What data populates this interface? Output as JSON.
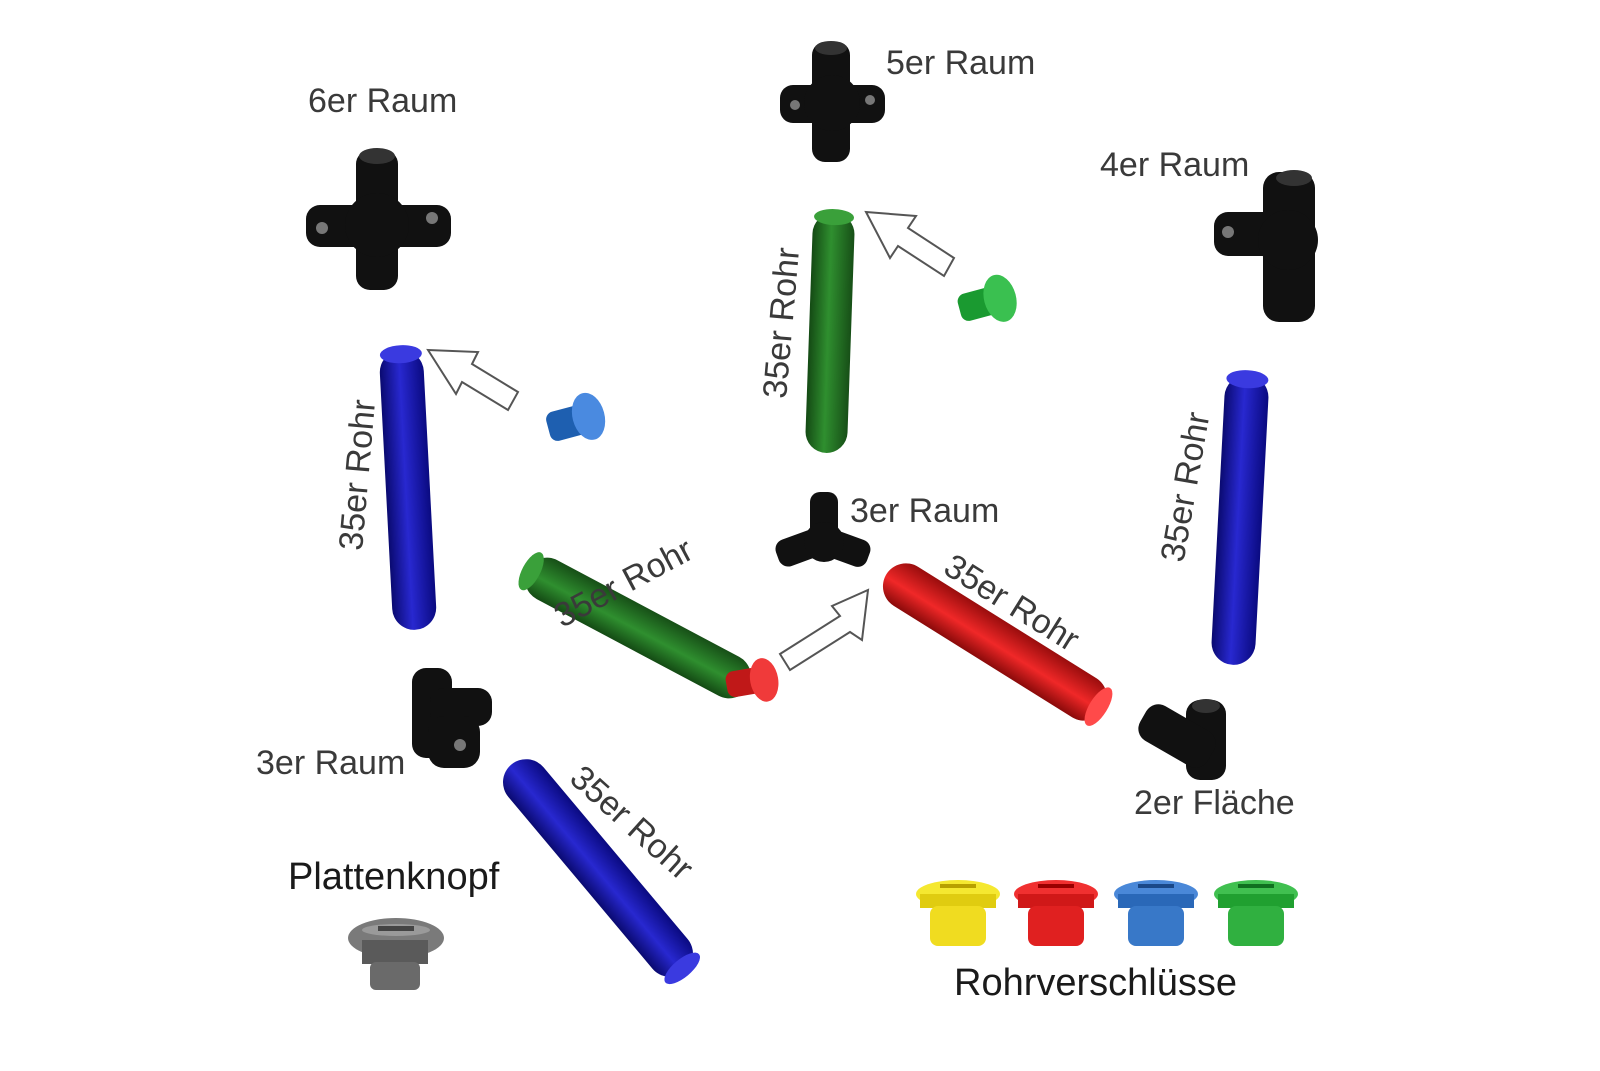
{
  "connectors": {
    "six_room": "6er Raum",
    "five_room": "5er Raum",
    "four_room": "4er Raum",
    "three_room_center": "3er Raum",
    "three_room_left": "3er Raum",
    "two_surface": "2er Fläche"
  },
  "pipes": {
    "left_vertical": "35er Rohr",
    "center_vertical": "35er Rohr",
    "right_vertical": "35er Rohr",
    "center_left_diagonal": "35er Rohr",
    "center_right_diagonal": "35er Rohr",
    "bottom_diagonal": "35er Rohr"
  },
  "parts": {
    "plate_knob": "Plattenknopf",
    "pipe_caps": "Rohrverschlüsse"
  },
  "colors": {
    "blue": "#1a1aa8",
    "green": "#2a7a2a",
    "red": "#d82020",
    "cap_blue": "#3a7ad0",
    "cap_green": "#2ab040",
    "cap_yellow": "#f0e020",
    "connector": "#111111",
    "knob": "#6a6a6a"
  }
}
